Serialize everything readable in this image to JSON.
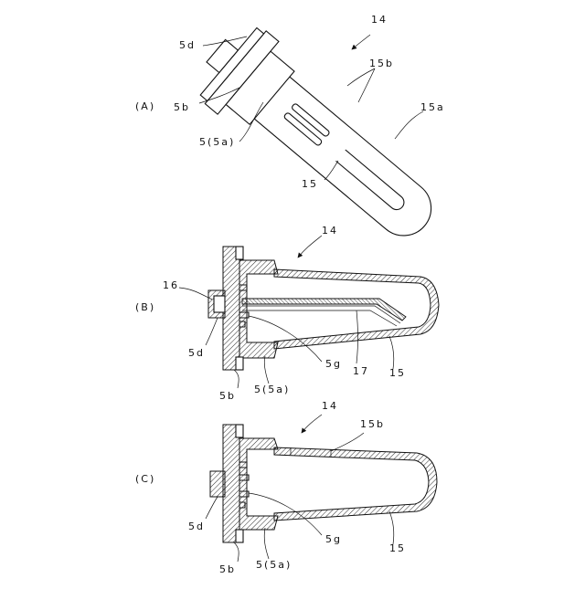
{
  "colors": {
    "ink": "#111111",
    "paper": "#ffffff"
  },
  "panels": {
    "A": {
      "panel_label": "(A)",
      "labels": {
        "l14": "14",
        "l5d": "5d",
        "l5b": "5b",
        "l5_5a": "5(5a)",
        "l15b": "15b",
        "l15a": "15a",
        "l15": "15"
      }
    },
    "B": {
      "panel_label": "(B)",
      "labels": {
        "l14": "14",
        "l16": "16",
        "l5d": "5d",
        "l5b": "5b",
        "l5_5a": "5(5a)",
        "l5g": "5g",
        "l17": "17",
        "l15": "15"
      }
    },
    "C": {
      "panel_label": "(C)",
      "labels": {
        "l14": "14",
        "l15b": "15b",
        "l5d": "5d",
        "l5b": "5b",
        "l5_5a": "5(5a)",
        "l5g": "5g",
        "l15": "15"
      }
    }
  }
}
